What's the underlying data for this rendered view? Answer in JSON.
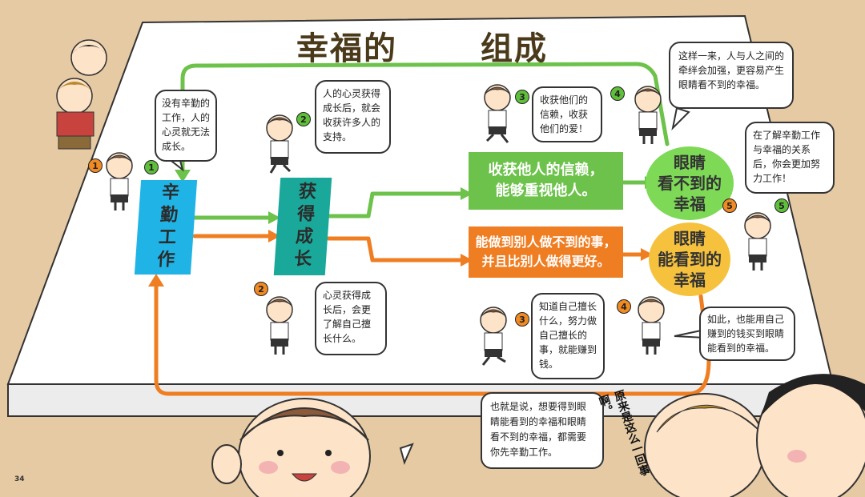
{
  "title": {
    "part1": "幸福的",
    "part2": "组成"
  },
  "nodes": {
    "hard_work": "辛勤工作",
    "growth": "获得成长",
    "trust": "收获他人的信赖，\n能够重视他人。",
    "ability": "能做到别人做不到的事，\n并且比别人做得更好。",
    "invisible": "眼睛\n看不到的\n幸福",
    "visible": "眼睛\n能看到的\n幸福"
  },
  "bubbles": {
    "b1": "没有辛勤的工作，人的心灵就无法成长。",
    "b2_top": "人的心灵获得成长后，就会收获许多人的支持。",
    "b3_top": "收获他们的信赖，收获他们的爱！",
    "b4_top": "这样一来，人与人之间的牵绊会加强，更容易产生眼睛看不到的幸福。",
    "b5": "在了解辛勤工作与幸福的关系后，你会更加努力工作！",
    "b2_bottom": "心灵获得成长后，会更了解自己擅长什么。",
    "b3_bottom": "知道自己擅长什么，努力做自己擅长的事，就能赚到钱。",
    "b4_bottom": "如此，也能用自己赚到的钱买到眼睛能看到的幸福。",
    "summary": "也就是说，想要得到眼睛能看到的幸福和眼睛看不到的幸福，都需要你先辛勤工作。"
  },
  "side_text": "原来是这么一回事啊。",
  "numbers": [
    "1",
    "2",
    "3",
    "4",
    "5"
  ],
  "page_number": "34",
  "colors": {
    "green_arrow": "#6cc24a",
    "orange_arrow": "#ef7d22",
    "blue_box": "#1fb3e6",
    "teal_box": "#1aa89a",
    "green_box": "#6cc24a",
    "orange_box": "#ef7d22",
    "green_circle": "#7ed957",
    "yellow_circle": "#f6c23e",
    "background": "#e6caa4",
    "board": "#ffffff"
  }
}
